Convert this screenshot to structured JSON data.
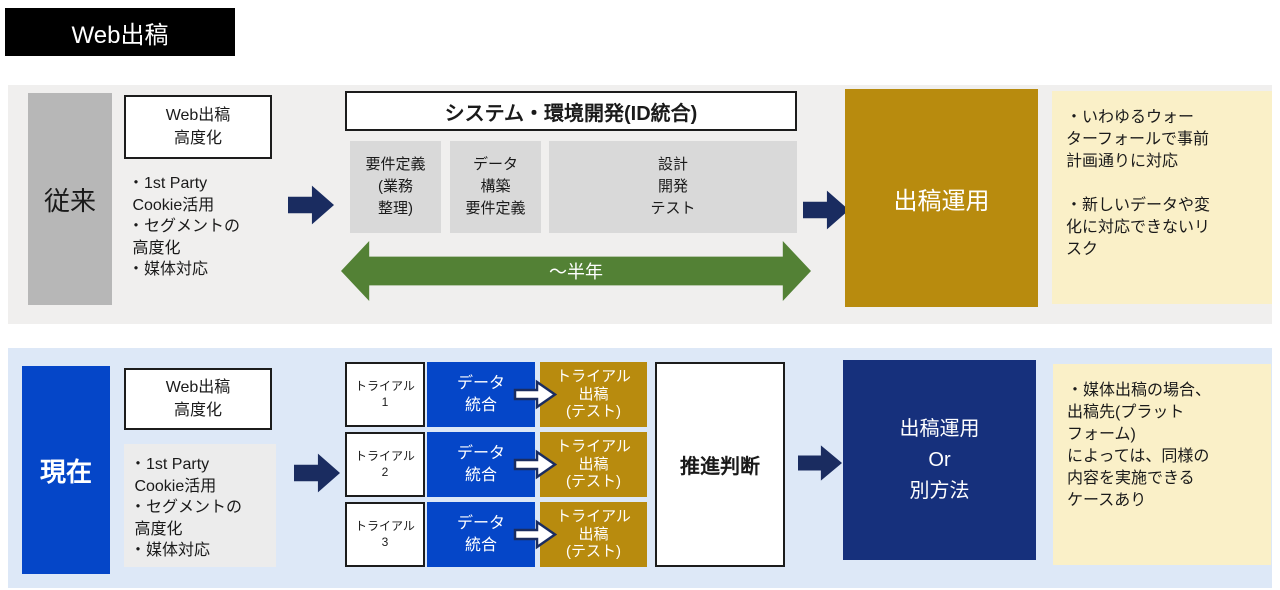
{
  "title": "Web出稿",
  "colors": {
    "band_top_bg": "#f0efee",
    "band_bottom_bg": "#dde8f7",
    "legacy_gray": "#b7b7b7",
    "process_gray": "#d9d9d9",
    "accent_blue": "#0546c8",
    "arrow_navy": "#1a2c60",
    "result_navy": "#16307c",
    "gold": "#b88b0e",
    "green": "#538135",
    "note_cream": "#faf0c8"
  },
  "legacy": {
    "label": "従来",
    "goal": "Web出稿\n高度化",
    "bullets": "・1st Party\n Cookie活用\n・セグメントの\n 高度化\n・媒体対応",
    "dev_header": "システム・環境開発(ID統合)",
    "phases": [
      "要件定義\n(業務\n整理)",
      "データ\n構築\n要件定義",
      "設計\n開発\nテスト"
    ],
    "duration": "〜半年",
    "result": "出稿運用",
    "note": "・いわゆるウォー\nターフォールで事前\n計画通りに対応\n\n・新しいデータや変\n化に対応できないリ\nスク"
  },
  "current": {
    "label": "現在",
    "goal": "Web出稿\n高度化",
    "bullets": "・1st Party\n Cookie活用\n・セグメントの\n 高度化\n・媒体対応",
    "trials": [
      {
        "name": "トライアル\n1",
        "step_data": "データ\n統合",
        "step_test": "トライアル\n出稿\n(テスト)"
      },
      {
        "name": "トライアル\n2",
        "step_data": "データ\n統合",
        "step_test": "トライアル\n出稿\n(テスト)"
      },
      {
        "name": "トライアル\n3",
        "step_data": "データ\n統合",
        "step_test": "トライアル\n出稿\n(テスト)"
      }
    ],
    "decision": "推進判断",
    "result": "出稿運用\nOr\n別方法",
    "note": "・媒体出稿の場合、\n出稿先(プラット\nフォーム)\nによっては、同様の\n内容を実施できる\nケースあり"
  }
}
